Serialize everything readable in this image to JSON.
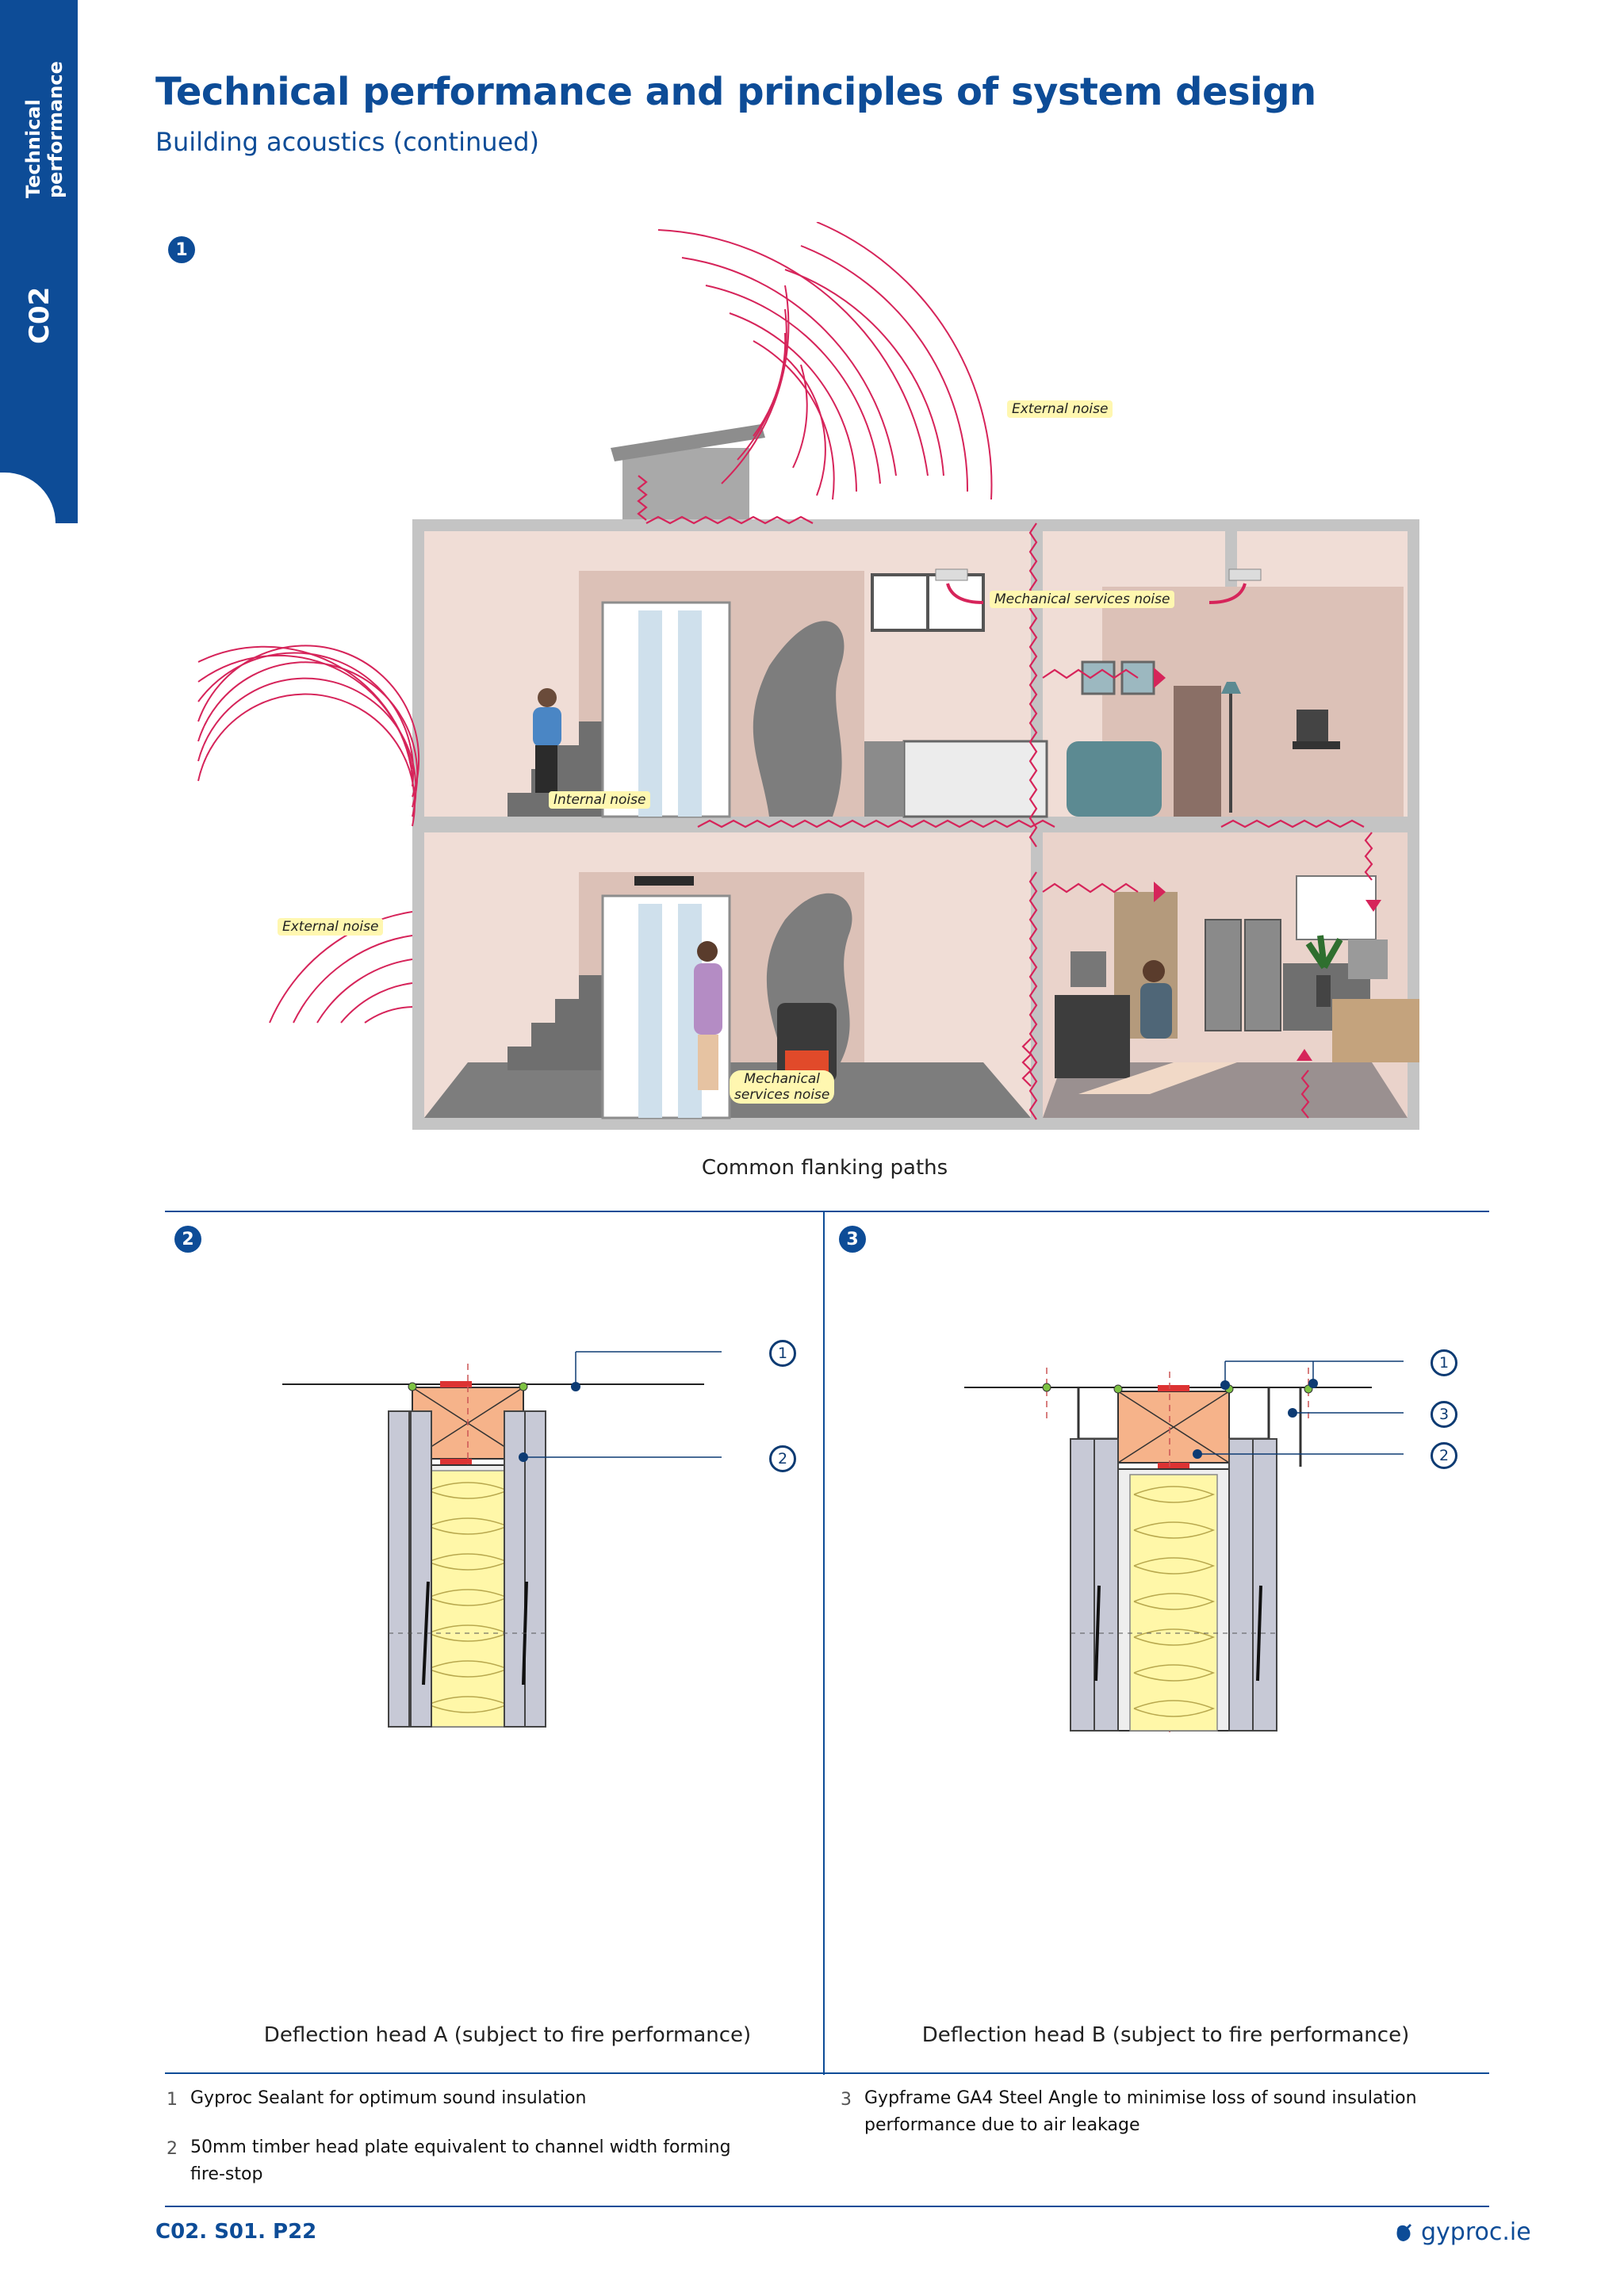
{
  "sidebar": {
    "section": "Technical performance",
    "section_line1": "Technical",
    "section_line2": "performance",
    "code": "C02"
  },
  "header": {
    "title": "Technical performance and principles of system design",
    "subtitle": "Building acoustics (continued)"
  },
  "figure1": {
    "badge": "1",
    "caption": "Common flanking paths",
    "labels": {
      "external_top": "External noise",
      "external_left": "External noise",
      "mechanical_top": "Mechanical services noise",
      "internal": "Internal noise",
      "mechanical_bottom_line1": "Mechanical",
      "mechanical_bottom_line2": "services noise"
    }
  },
  "figure2": {
    "badge": "2",
    "caption": "Deflection head A (subject to fire performance)",
    "callouts": [
      "1",
      "2"
    ]
  },
  "figure3": {
    "badge": "3",
    "caption": "Deflection head B (subject to fire performance)",
    "callouts": [
      "1",
      "3",
      "2"
    ]
  },
  "notes": [
    {
      "num": "1",
      "text": "Gyproc Sealant for optimum sound insulation"
    },
    {
      "num": "2",
      "text_line1": "50mm timber head plate equivalent to channel width forming",
      "text_line2": "fire-stop"
    },
    {
      "num": "3",
      "text_line1": "Gypframe GA4 Steel Angle to minimise loss of sound insulation",
      "text_line2": "performance due to air leakage"
    }
  ],
  "footer": {
    "code": "C02. S01. P22",
    "brand": "gyproc.ie"
  },
  "colors": {
    "brand_blue": "#0d4c97",
    "noise_red": "#d6245a",
    "highlight": "#fff7b0"
  }
}
